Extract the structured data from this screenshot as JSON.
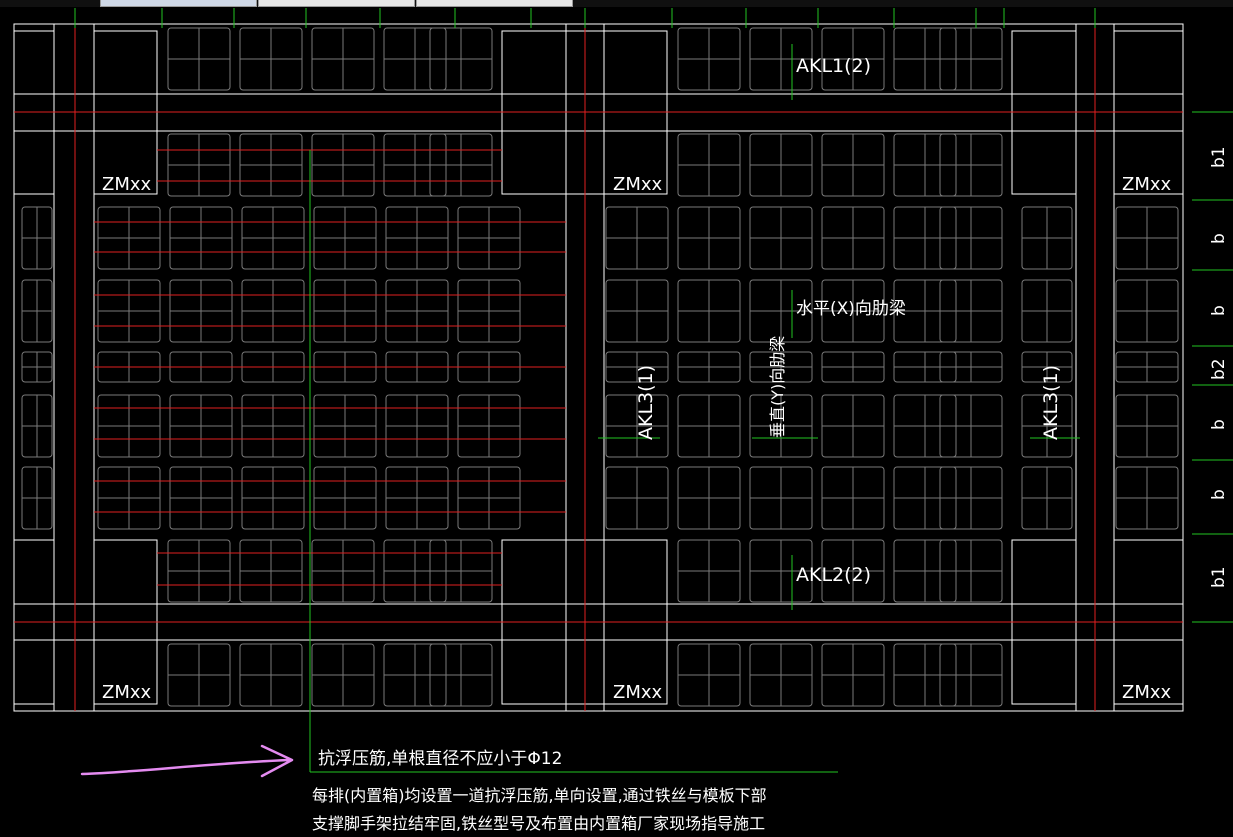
{
  "colors": {
    "background": "#000000",
    "outline": "#ffffff",
    "cell": "#7a7a7a",
    "axis": "#e02020",
    "dimension": "#22c322",
    "annotation_arrow": "#e48bf0"
  },
  "labels": {
    "column_mark": "ZMxx",
    "beam_top": "AKL1(2)",
    "beam_bottom": "AKL2(2)",
    "beam_left": "AKL3(1)",
    "beam_right": "AKL3(1)",
    "rib_x": "水平(X)向肋梁",
    "rib_y": "垂直(Y)向肋梁"
  },
  "dimension_labels": [
    "b1",
    "b",
    "b",
    "b2",
    "b",
    "b",
    "b1"
  ],
  "notes": {
    "title": "抗浮压筋,单根直径不应小于Φ12",
    "line1": "每排(内置箱)均设置一道抗浮压筋,单向设置,通过铁丝与模板下部",
    "line2": "支撑脚手架拉结牢固,铁丝型号及布置由内置箱厂家现场指导施工"
  }
}
